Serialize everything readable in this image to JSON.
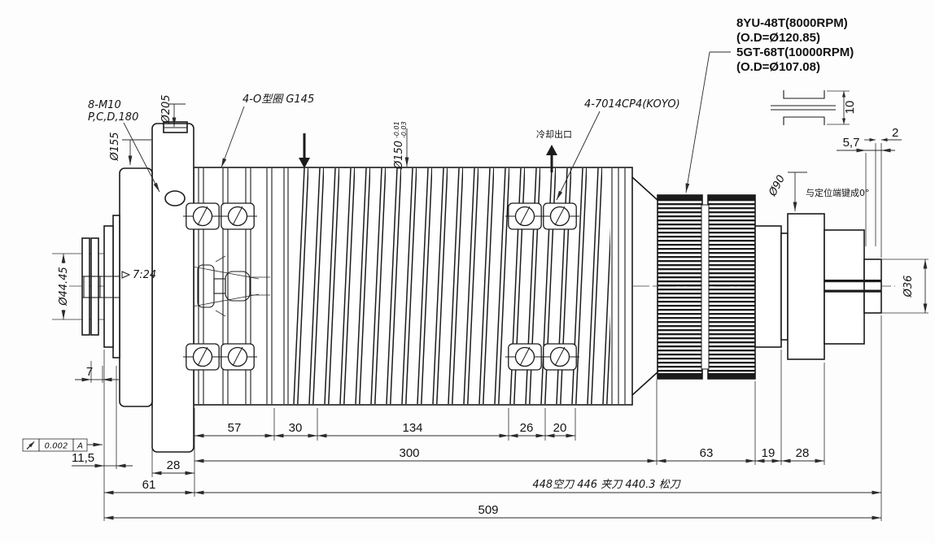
{
  "labels": {
    "pulley_spec": {
      "line1": "8YU-48T(8000RPM)",
      "line2": "(O.D=Ø120.85)",
      "line3": "5GT-68T(10000RPM)",
      "line4": "(O.D=Ø107.08)"
    },
    "bolt_pattern_1": "8-M10",
    "bolt_pattern_2": "P,C,D,180",
    "flange_od": "Ø205",
    "cap_od": "Ø155",
    "oring_note": "4-O型圈 G145",
    "body_od": "Ø150",
    "body_od_tol_upper": "-0.01",
    "body_od_tol_lower": "-0.03",
    "bearing_note": "4-7014CP4(KOYO)",
    "coolant_outlet": "冷却出口",
    "taper_ratio": "7:24",
    "gauge_dia": "Ø44.45",
    "rear_dia": "Ø90",
    "key_note": "与定位端键成0°",
    "end_dia": "Ø36",
    "runout_value": "0.002",
    "runout_datum": "A",
    "tool_state_note": "448空刀  446 夹刀  440.3 松刀"
  },
  "dims": {
    "d7": "7",
    "d11_5": "11,5",
    "d28_flange": "28",
    "d57": "57",
    "d30": "30",
    "d134": "134",
    "d26": "26",
    "d20": "20",
    "d300": "300",
    "d63": "63",
    "d19": "19",
    "d28_right": "28",
    "d61": "61",
    "d509": "509",
    "d5_7": "5,7",
    "d2": "2",
    "d10": "10"
  }
}
